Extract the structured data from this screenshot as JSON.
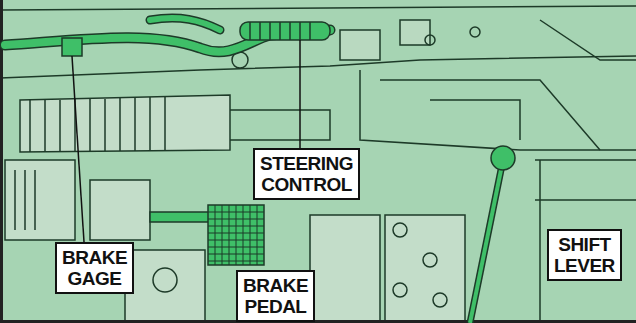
{
  "diagram": {
    "nodes": [
      {
        "text": [
          "STEERING CONTROL"
        ]
      },
      {
        "text": [
          "BRAKE GAGE"
        ]
      },
      {
        "text": [
          "BRAKE PEDAL"
        ]
      },
      {
        "text": [
          "SHIFT LEVER"
        ]
      }
    ]
  }
}
